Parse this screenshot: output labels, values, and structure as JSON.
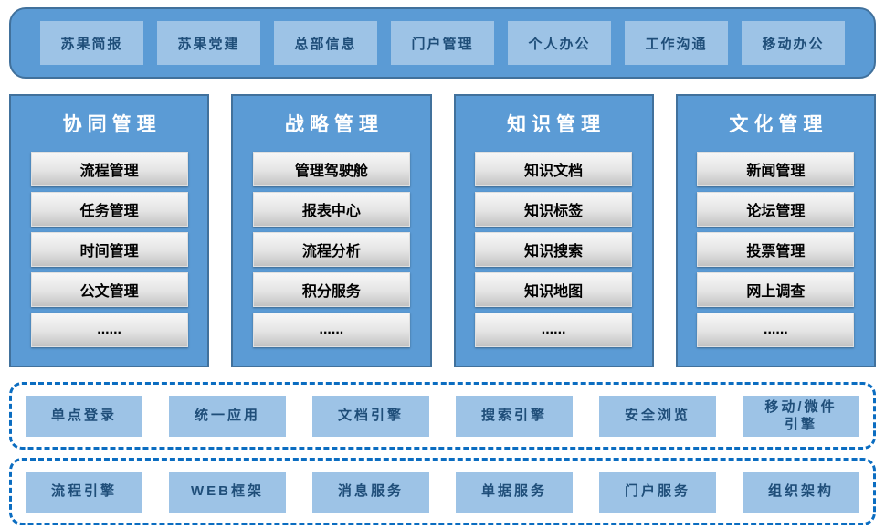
{
  "colors": {
    "panel_blue": "#5B9BD5",
    "panel_border": "#41719C",
    "light_blue_button": "#9DC3E6",
    "navy_text": "#1F4E79",
    "dashed_border": "#0B6DC1",
    "gray_button_top": "#F7F7F7",
    "gray_button_bottom": "#C2C2C2",
    "column_title_text": "#FFFFFF",
    "module_button_text": "#000000"
  },
  "top_bar": {
    "items": [
      "苏果简报",
      "苏果党建",
      "总部信息",
      "门户管理",
      "个人办公",
      "工作沟通",
      "移动办公"
    ]
  },
  "columns": [
    {
      "title": "协同管理",
      "items": [
        "流程管理",
        "任务管理",
        "时间管理",
        "公文管理",
        "......"
      ]
    },
    {
      "title": "战略管理",
      "items": [
        "管理驾驶舱",
        "报表中心",
        "流程分析",
        "积分服务",
        "......"
      ]
    },
    {
      "title": "知识管理",
      "items": [
        "知识文档",
        "知识标签",
        "知识搜索",
        "知识地图",
        "......"
      ]
    },
    {
      "title": "文化管理",
      "items": [
        "新闻管理",
        "论坛管理",
        "投票管理",
        "网上调查",
        "......"
      ]
    }
  ],
  "service_rows": [
    {
      "items": [
        "单点登录",
        "统一应用",
        "文档引擎",
        "搜索引擎",
        "安全浏览",
        "移动/微件引擎"
      ]
    },
    {
      "items": [
        "流程引擎",
        "WEB框架",
        "消息服务",
        "单据服务",
        "门户服务",
        "组织架构"
      ]
    }
  ]
}
